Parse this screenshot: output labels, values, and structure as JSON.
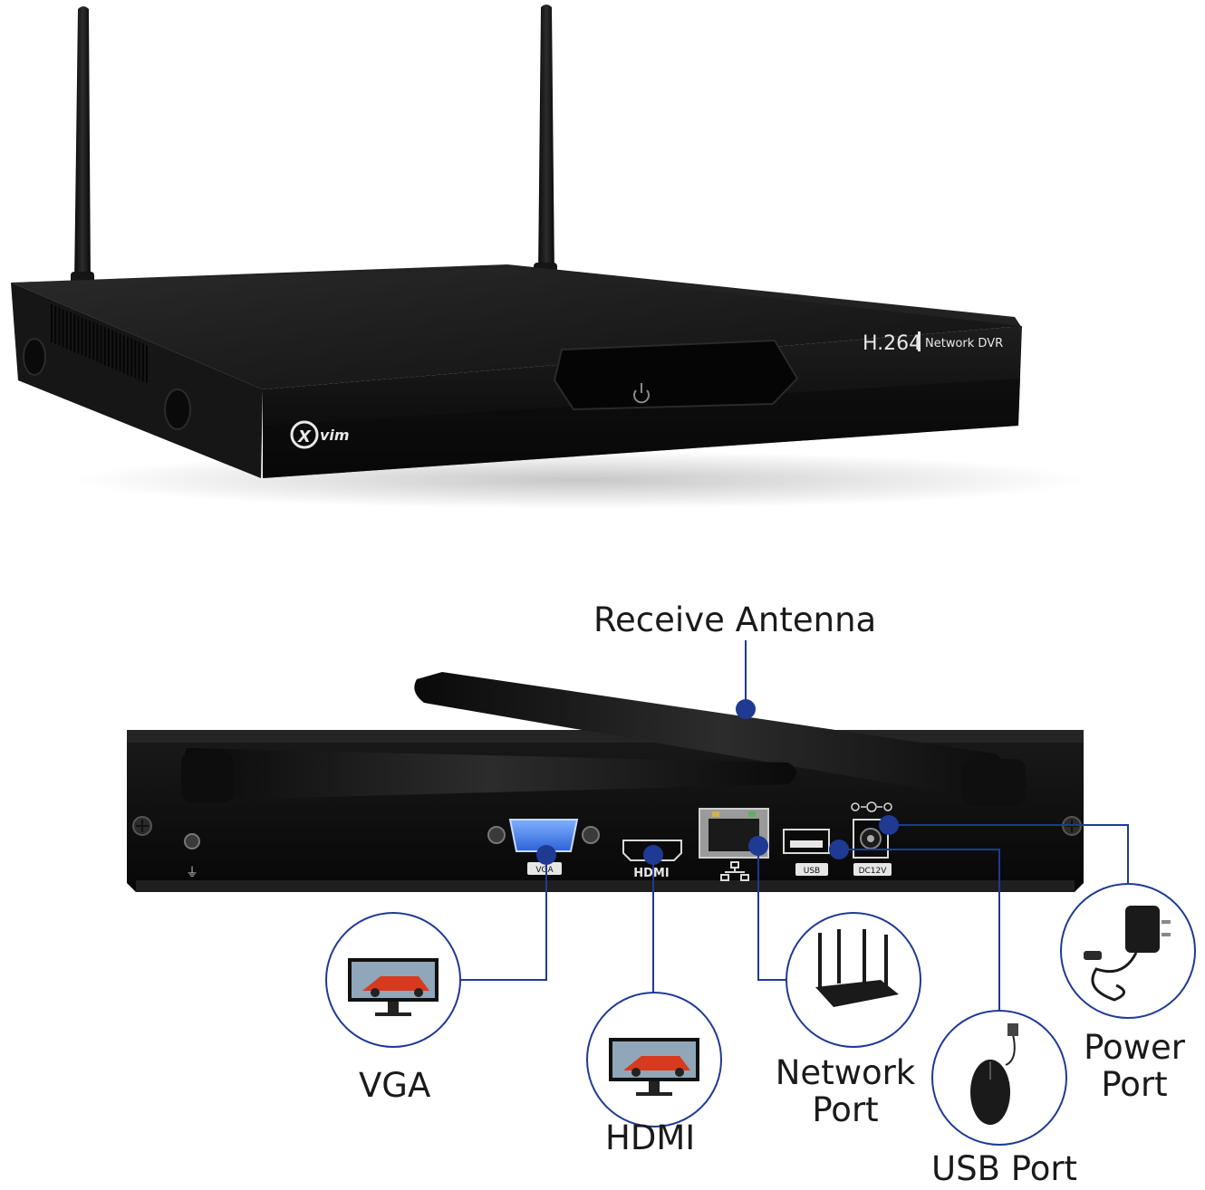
{
  "colors": {
    "device_body": "#131313",
    "device_panel": "#0c0c0c",
    "callout_blue": "#1f3a93",
    "text": "#1a1a1a"
  },
  "front_unit": {
    "brand_logo": "Xvim",
    "model_badge": "H.264",
    "model_subtitle": "Network DVR",
    "power_icon": "power-icon"
  },
  "rear_unit": {
    "port_labels": {
      "vga": "VGA",
      "hdmi": "HDMI",
      "usb": "USB",
      "dc": "DC12V"
    }
  },
  "callouts": {
    "receive_antenna": "Receive Antenna",
    "vga": "VGA",
    "hdmi": "HDMI",
    "network_port_line1": "Network",
    "network_port_line2": "Port",
    "usb_port": "USB Port",
    "power_port_line1": "Power",
    "power_port_line2": "Port"
  }
}
